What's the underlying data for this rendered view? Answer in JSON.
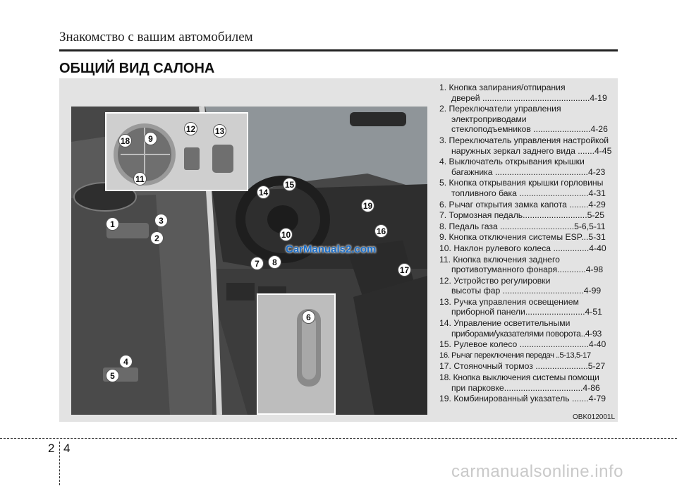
{
  "header": {
    "chapter_title": "Знакомство с вашим автомобилем"
  },
  "section": {
    "title": "ОБЩИЙ ВИД САЛОНА"
  },
  "figure": {
    "code": "OBK012001L",
    "watermark": "CarManuals2.com",
    "callouts": [
      "1",
      "2",
      "3",
      "4",
      "5",
      "6",
      "7",
      "8",
      "9",
      "10",
      "11",
      "12",
      "13",
      "14",
      "15",
      "16",
      "17",
      "18",
      "19"
    ]
  },
  "legend": [
    {
      "lines": [
        "1. Кнопка запирания/отпирания",
        "дверей .............................................4-19"
      ]
    },
    {
      "lines": [
        "2. Переключатели управления",
        "электроприводами",
        "стеклоподъемников ........................4-26"
      ]
    },
    {
      "lines": [
        "3. Переключатель управления настройкой",
        "наружных зеркал заднего вида .......4-45"
      ]
    },
    {
      "lines": [
        "4. Выключатель открывания крышки",
        "багажника .......................................4-23"
      ]
    },
    {
      "lines": [
        "5. Кнопка открывания крышки горловины",
        "топливного бака .............................4-31"
      ]
    },
    {
      "lines": [
        "6. Рычаг открытия замка капота ........4-29"
      ]
    },
    {
      "lines": [
        "7. Тормозная педаль...........................5-25"
      ]
    },
    {
      "lines": [
        "8. Педаль газа ...............................5-6,5-11"
      ]
    },
    {
      "lines": [
        "9. Кнопка отключения системы ESP...5-31"
      ]
    },
    {
      "lines": [
        "10. Наклон рулевого колеса ...............4-40"
      ]
    },
    {
      "lines": [
        "11. Кнопка включения заднего",
        "противотуманного фонаря............4-98"
      ]
    },
    {
      "lines": [
        "12. Устройство регулировки",
        "высоты фар ..................................4-99"
      ]
    },
    {
      "lines": [
        "13. Ручка управления освещением",
        "приборной панели.........................4-51"
      ]
    },
    {
      "lines": [
        "14. Управление осветительными",
        "приборами/указателями поворота..4-93"
      ]
    },
    {
      "lines": [
        "15. Рулевое колесо .............................4-40"
      ]
    },
    {
      "lines": [
        "16. Рычаг переключения передач ..5-13,5-17"
      ]
    },
    {
      "lines": [
        "17. Стояночный тормоз ......................5-27"
      ]
    },
    {
      "lines": [
        "18. Кнопка выключения системы помощи",
        "при парковке.................................4-86"
      ]
    },
    {
      "lines": [
        "19. Комбинированный указатель .......4-79"
      ]
    }
  ],
  "footer": {
    "page_left": "2",
    "page_right": "4",
    "watermark": "carmanualsonline.info"
  }
}
